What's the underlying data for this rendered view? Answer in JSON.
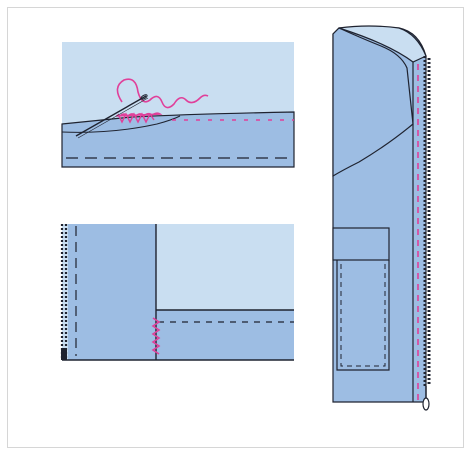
{
  "illustration": {
    "description_icon": "sewing-instruction-illustration",
    "panels": [
      {
        "id": "hand-stitch-closeup",
        "icon": "needle-thread-icon"
      },
      {
        "id": "zipper-corner-detail",
        "icon": "zipper-stitch-icon"
      },
      {
        "id": "jacket-front-zipper",
        "icon": "jacket-zipper-icon"
      }
    ]
  },
  "colors": {
    "light_fabric": "#c9def1",
    "mid_fabric": "#9dbde3",
    "outline": "#1f2330",
    "thread_pink": "#e0409a",
    "frame_border": "#d6d6d6"
  }
}
